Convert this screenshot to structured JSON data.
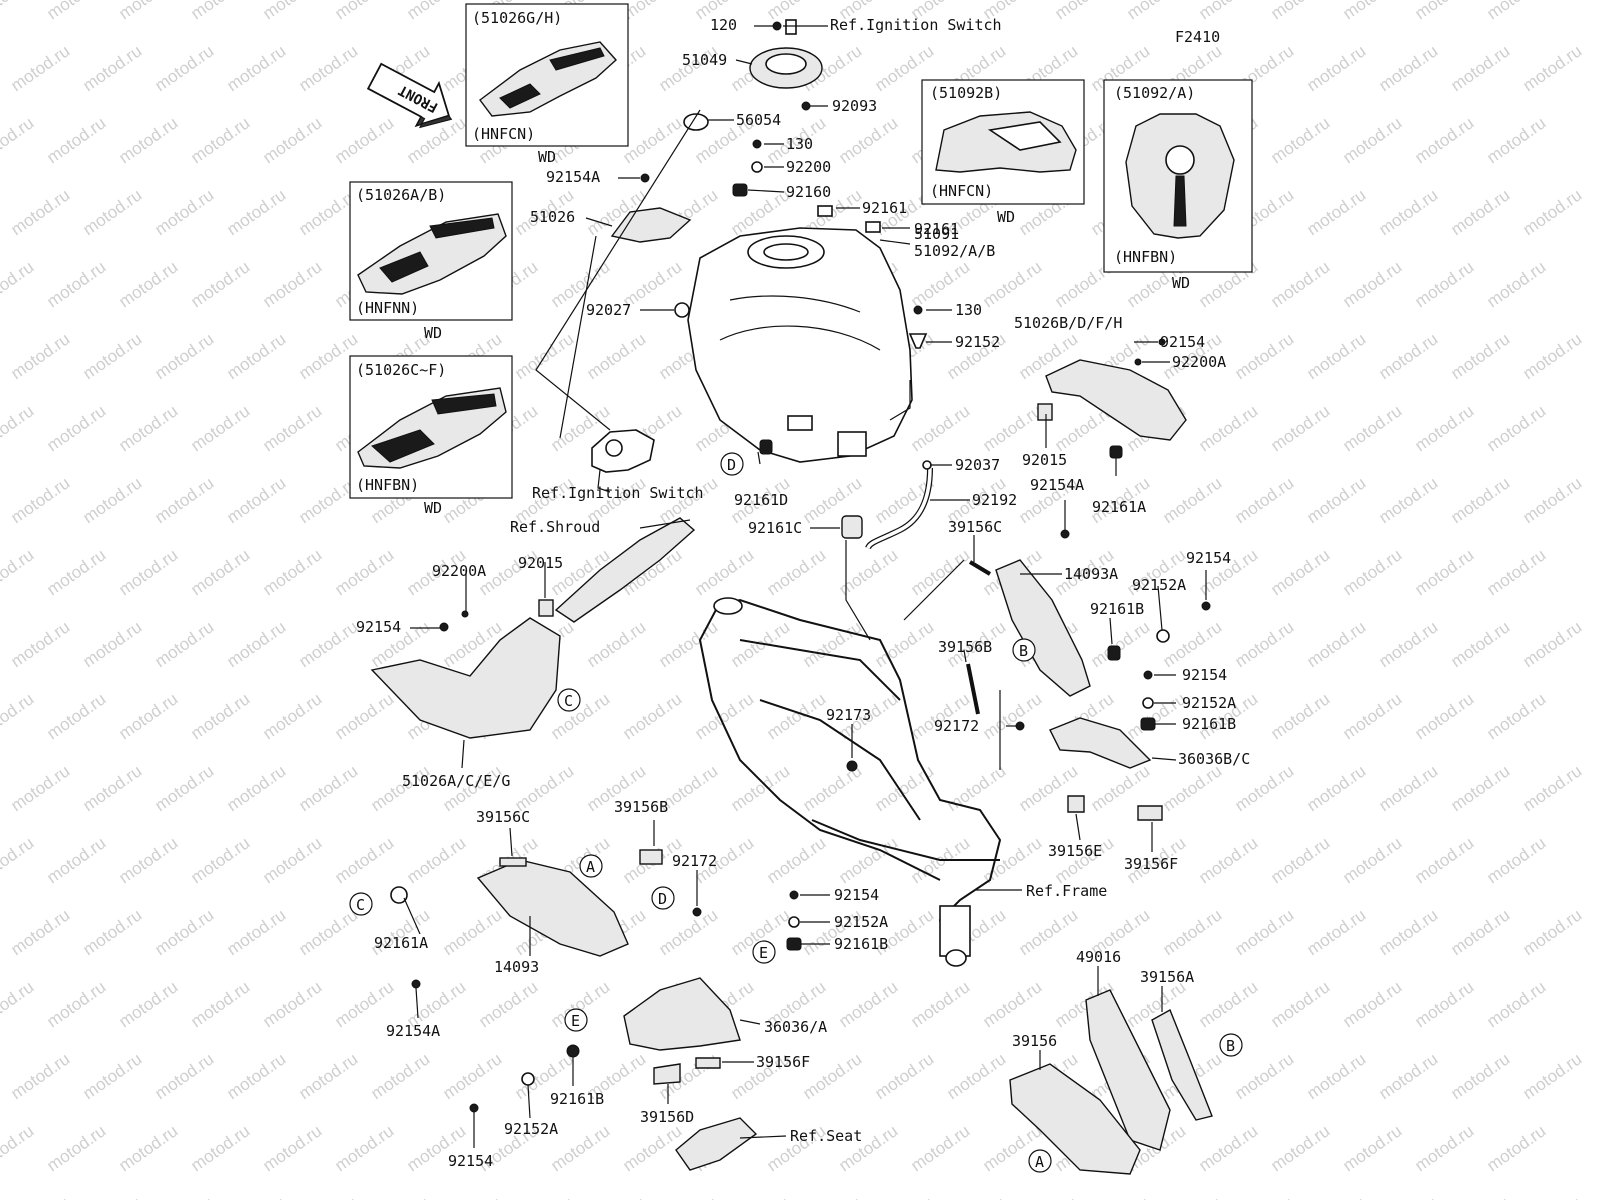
{
  "figure_code": "F2410",
  "front_label": "FRONT",
  "watermark": "motod.ru",
  "variant_boxes": [
    {
      "code": "(51026G/H)",
      "variant": "(HNFCN)",
      "note": "WD"
    },
    {
      "code": "(51026A/B)",
      "variant": "(HNFNN)",
      "note": "WD"
    },
    {
      "code": "(51026C~F)",
      "variant": "(HNFBN)",
      "note": "WD"
    },
    {
      "code": "(51092B)",
      "variant": "(HNFCN)",
      "note": "WD"
    },
    {
      "code": "(51092/A)",
      "variant": "(HNFBN)",
      "note": "WD"
    }
  ],
  "part_labels": [
    "120",
    "Ref.Ignition Switch",
    "51049",
    "92093",
    "56054",
    "130",
    "92200",
    "92154A",
    "92160",
    "92161",
    "92161",
    "51026",
    "51091",
    "51092/A/B",
    "130",
    "92027",
    "92152",
    "51026B/D/F/H",
    "92154",
    "92200A",
    "92015",
    "92161A",
    "92037",
    "92161D",
    "Ref.Ignition Switch",
    "92192",
    "92154A",
    "92161C",
    "39156C",
    "Ref.Shroud",
    "92015",
    "92200A",
    "14093A",
    "92154",
    "92152A",
    "92154",
    "92161B",
    "39156B",
    "92154",
    "92152A",
    "92173",
    "92161B",
    "92172",
    "36036B/C",
    "51026A/C/E/G",
    "39156C",
    "39156B",
    "92172",
    "39156E",
    "39156F",
    "92154",
    "Ref.Frame",
    "92152A",
    "92161A",
    "14093",
    "92161B",
    "49016",
    "39156A",
    "92154A",
    "36036/A",
    "39156",
    "39156F",
    "92161B",
    "92152A",
    "39156D",
    "Ref.Seat",
    "92154"
  ],
  "callouts": [
    "D",
    "C",
    "B",
    "A",
    "D",
    "C",
    "E",
    "E",
    "B",
    "A"
  ]
}
